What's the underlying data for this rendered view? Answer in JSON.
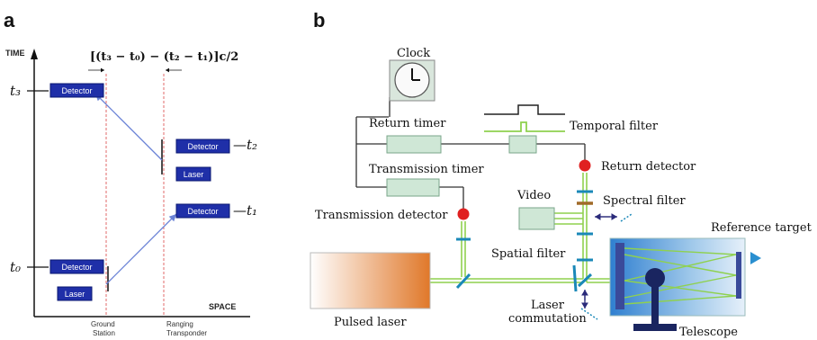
{
  "panel_a": {
    "panel_label": "a",
    "y_axis_label": "TIME",
    "x_axis_label": "SPACE",
    "formula": "[(t₃ − t₀) − (t₂ − t₁)]c/2",
    "ticks": {
      "t3": "t₃",
      "t0": "t₀"
    },
    "right_labels": {
      "t2": "—t₂",
      "t1": "—t₁"
    },
    "boxes": {
      "detector_top_left": "Detector",
      "detector_t2": "Detector",
      "laser_right": "Laser",
      "detector_t1": "Detector",
      "detector_bottom_left": "Detector",
      "laser_left": "Laser"
    },
    "x_station_labels": {
      "ground_line1": "Ground",
      "ground_line2": "Station",
      "ranging_line1": "Ranging",
      "ranging_line2": "Transponder"
    },
    "colors": {
      "box": "#1f2fa8",
      "arrow": "#6a82d6",
      "dashed": "#e06a6a"
    }
  },
  "panel_b": {
    "panel_label": "b",
    "labels": {
      "clock": "Clock",
      "return_timer": "Return timer",
      "temporal_filter": "Temporal filter",
      "return_detector": "Return detector",
      "transmission_timer": "Transmission timer",
      "video": "Video",
      "spectral_filter": "Spectral filter",
      "transmission_detector": "Transmission detector",
      "reference_target": "Reference target",
      "spatial_filter": "Spatial filter",
      "pulsed_laser": "Pulsed laser",
      "laser_commutation_line1": "Laser",
      "laser_commutation_line2": "commutation",
      "telescope": "Telescope"
    },
    "colors": {
      "beam": "#8fd14f",
      "box": "#cfe7d6",
      "detector": "#e02020",
      "filter": "#1a88b8",
      "laser_start": "#ffffff",
      "laser_end": "#e0782a",
      "telescope_bg": "#bcd6ee",
      "mount": "#1a2560"
    }
  }
}
